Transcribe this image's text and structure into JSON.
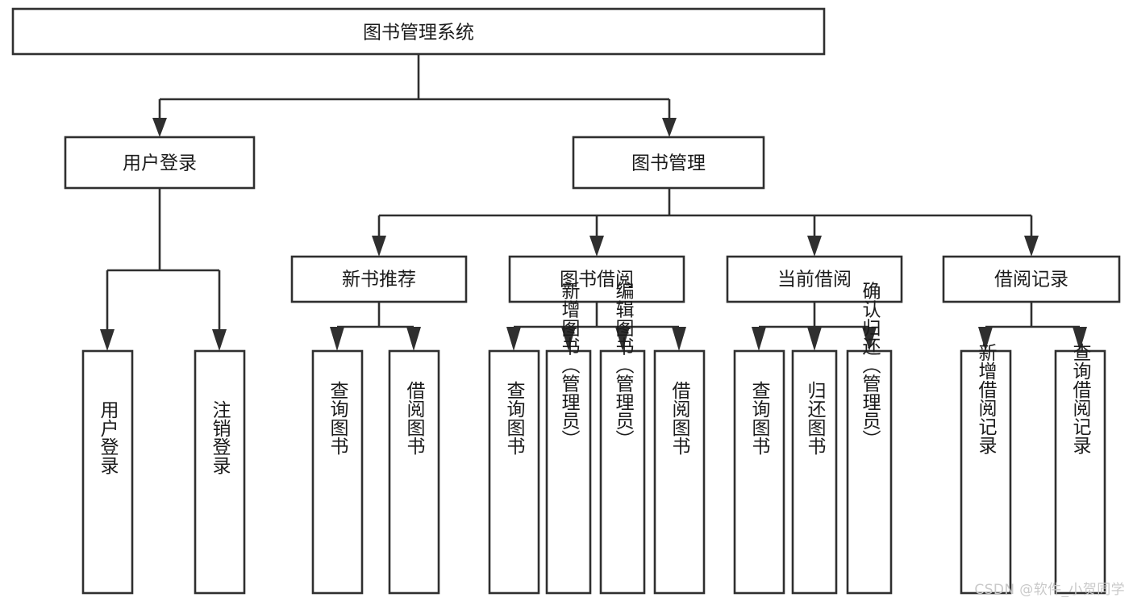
{
  "diagram": {
    "type": "hierarchy-tree",
    "title": "图书管理系统",
    "watermark": "CSDN @软件_小贺同学",
    "colors": {
      "box_stroke": "#2f2f2f",
      "box_fill": "#ffffff",
      "text": "#1b1b1b",
      "background": "#ffffff",
      "watermark": "#c9c9c9"
    },
    "levels": {
      "level1": [
        {
          "id": "root",
          "label": "图书管理系统"
        }
      ],
      "level2": [
        {
          "id": "user-login",
          "label": "用户登录",
          "parent": "root"
        },
        {
          "id": "book-management",
          "label": "图书管理",
          "parent": "root"
        }
      ],
      "level3": [
        {
          "id": "new-book-recommend",
          "label": "新书推荐",
          "parent": "book-management"
        },
        {
          "id": "book-borrow",
          "label": "图书借阅",
          "parent": "book-management"
        },
        {
          "id": "current-borrow",
          "label": "当前借阅",
          "parent": "book-management"
        },
        {
          "id": "borrow-record",
          "label": "借阅记录",
          "parent": "book-management"
        }
      ],
      "level4": [
        {
          "id": "leaf-user-login",
          "label": "用户登录",
          "parent": "user-login"
        },
        {
          "id": "leaf-logout",
          "label": "注销登录",
          "parent": "user-login"
        },
        {
          "id": "leaf-query-book-1",
          "label": "查询图书",
          "parent": "new-book-recommend"
        },
        {
          "id": "leaf-borrow-book-1",
          "label": "借阅图书",
          "parent": "new-book-recommend"
        },
        {
          "id": "leaf-query-book-2",
          "label": "查询图书",
          "parent": "book-borrow"
        },
        {
          "id": "leaf-add-book",
          "label": "新增图书（管理员）",
          "parent": "book-borrow"
        },
        {
          "id": "leaf-edit-book",
          "label": "编辑图书（管理员）",
          "parent": "book-borrow"
        },
        {
          "id": "leaf-borrow-book-2",
          "label": "借阅图书",
          "parent": "book-borrow"
        },
        {
          "id": "leaf-query-book-3",
          "label": "查询图书",
          "parent": "current-borrow"
        },
        {
          "id": "leaf-return-book",
          "label": "归还图书",
          "parent": "current-borrow"
        },
        {
          "id": "leaf-confirm-return",
          "label": "确认归还（管理员）",
          "parent": "current-borrow"
        },
        {
          "id": "leaf-add-record",
          "label": "新增借阅记录",
          "parent": "borrow-record"
        },
        {
          "id": "leaf-query-record",
          "label": "查询借阅记录",
          "parent": "borrow-record"
        }
      ]
    }
  }
}
